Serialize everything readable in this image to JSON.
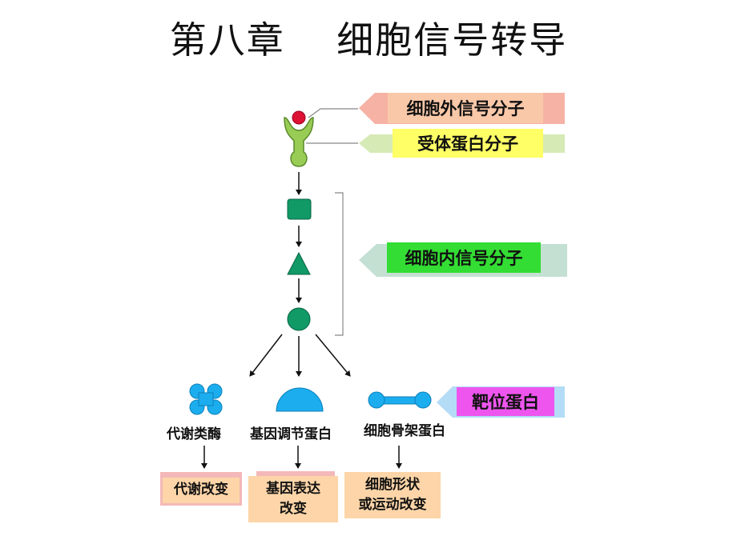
{
  "title": "第八章　 细胞信号转导",
  "labels": {
    "extracellular": "细胞外信号分子",
    "receptor": "受体蛋白分子",
    "intracellular": "细胞内信号分子",
    "target": "靶位蛋白"
  },
  "targets": {
    "enzyme": "代谢类酶",
    "gene_regulator": "基因调节蛋白",
    "cytoskeleton": "细胞骨架蛋白"
  },
  "results": {
    "metabolism": "代谢改变",
    "expression_line1": "基因表达",
    "expression_line2": "改变",
    "shape_line1": "细胞形状",
    "shape_line2": "或运动改变"
  },
  "colors": {
    "ligand": "#dd1133",
    "receptor": "#99cc55",
    "intracellular": "#119966",
    "target": "#1cadee"
  }
}
